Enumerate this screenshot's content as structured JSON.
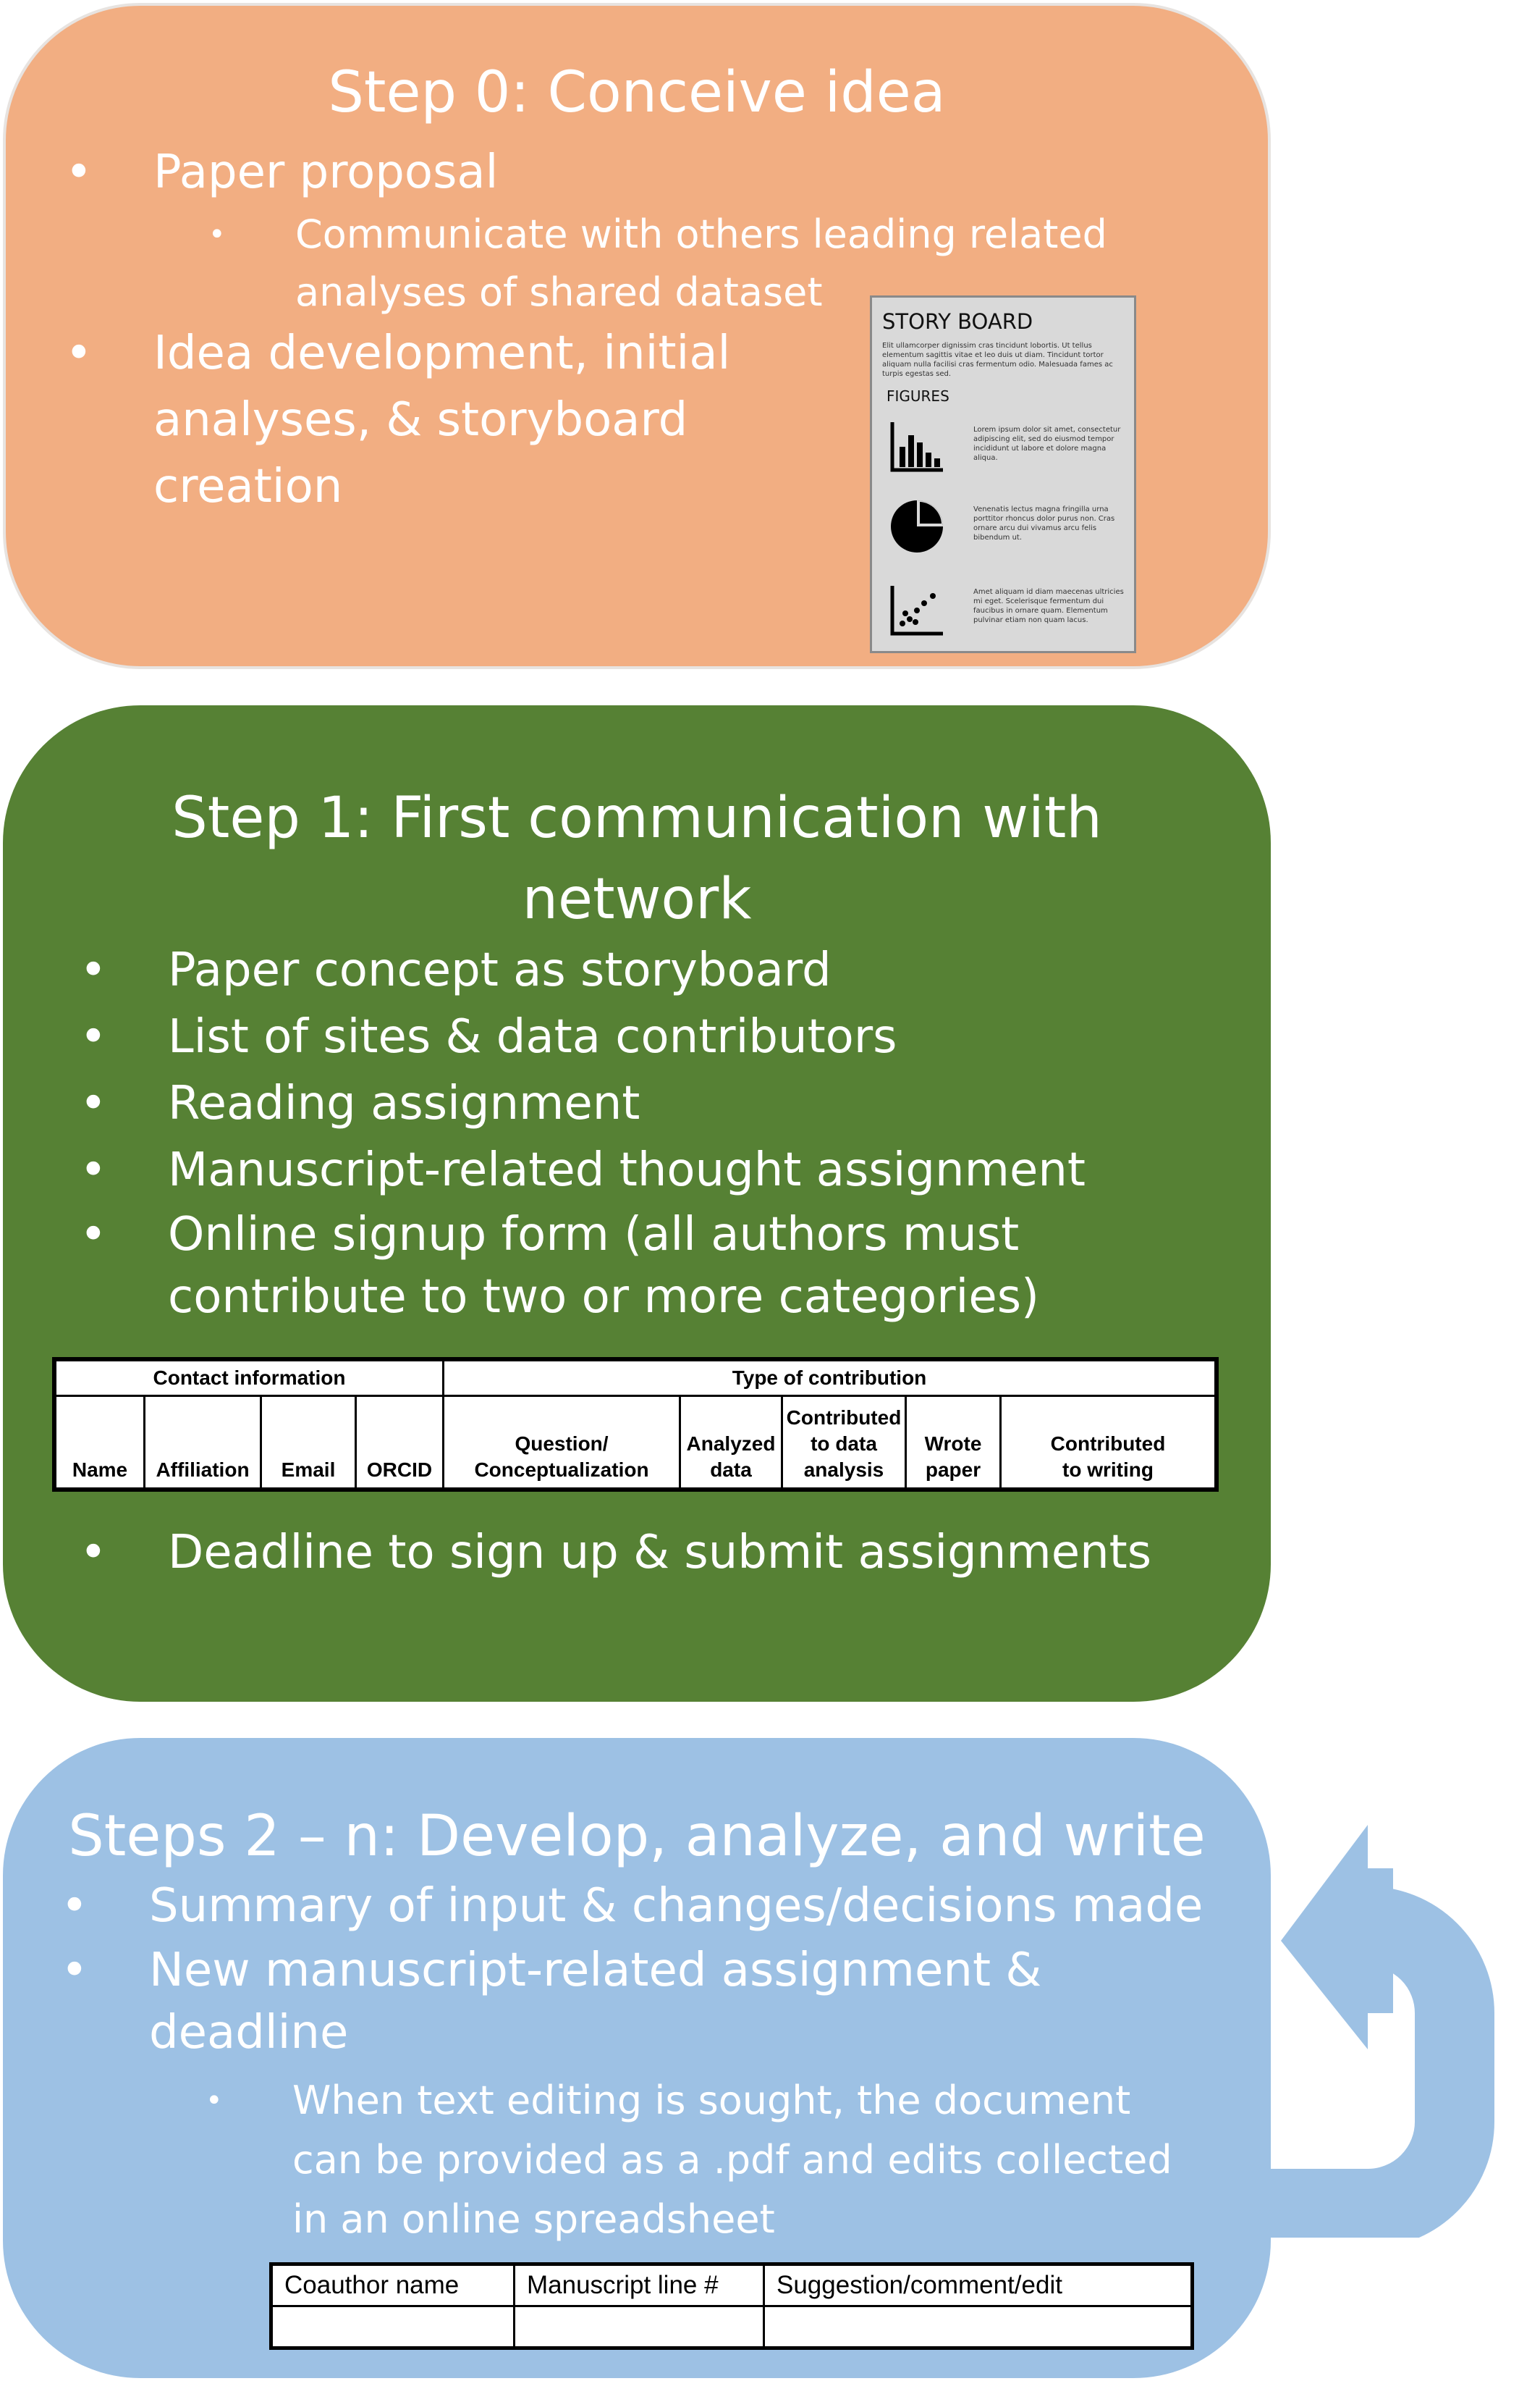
{
  "step0": {
    "title": "Step 0: Conceive idea",
    "bullet1": "Paper proposal",
    "sub1_line1": "Communicate with others leading related",
    "sub1_line2": "analyses of shared dataset",
    "bullet2_line1": "Idea development, initial",
    "bullet2_line2": "analyses, & storyboard",
    "bullet2_line3": "creation",
    "storyboard": {
      "title": "STORY BOARD",
      "text": "Elit ullamcorper dignissim cras tincidunt lobortis. Ut tellus elementum sagittis vitae et leo duis ut diam. Tincidunt tortor aliquam nulla facilisi cras fermentum odio. Malesuada fames ac turpis egestas sed.",
      "figures_label": "FIGURES",
      "cap1": "Lorem ipsum dolor sit amet, consectetur adipiscing elit, sed do eiusmod tempor incididunt ut labore et dolore magna aliqua.",
      "cap2": "Venenatis lectus magna fringilla urna porttitor rhoncus dolor purus non. Cras ornare arcu dui vivamus arcu felis bibendum ut.",
      "cap3": "Amet aliquam id diam maecenas ultricies mi eget. Scelerisque fermentum dui faucibus in ornare quam. Elementum pulvinar etiam non quam lacus."
    }
  },
  "step1": {
    "title_line1": "Step 1: First communication with",
    "title_line2": "network",
    "items": [
      "Paper concept as storyboard",
      "List of sites & data contributors",
      "Reading assignment",
      "Manuscript-related thought assignment"
    ],
    "signup_line1": "Online signup form (all authors must",
    "signup_line2": "contribute to two or more categories)",
    "deadline": "Deadline to sign up & submit assignments",
    "table": {
      "group_contact": "Contact information",
      "group_type": "Type of contribution",
      "contact_cols": [
        "Name",
        "Affiliation",
        "Email",
        "ORCID"
      ],
      "type_cols_line1": [
        "Question/",
        "Analyzed",
        "Contributed",
        "Wrote",
        "Contributed"
      ],
      "type_cols_line2": [
        "Conceptualization",
        "data",
        "to data",
        "paper",
        "to writing"
      ],
      "type_col3_line3": "analysis"
    }
  },
  "step2": {
    "title": "Steps 2 – n: Develop, analyze, and write",
    "bullet1": "Summary of input & changes/decisions made",
    "bullet2_line1": "New manuscript-related assignment &",
    "bullet2_line2": "deadline",
    "sub_line1": "When text editing is sought, the document",
    "sub_line2": "can be provided as a .pdf and edits collected",
    "sub_line3": "in an online spreadsheet",
    "table_headers": [
      "Coauthor name",
      "Manuscript line #",
      "Suggestion/comment/edit"
    ]
  },
  "bullet_char": "•",
  "colors": {
    "step0": "#f2ae82",
    "step1": "#568134",
    "step2": "#9dc1e4"
  },
  "icons": [
    "bar-chart-icon",
    "pie-chart-icon",
    "scatter-plot-icon",
    "loop-arrow-icon"
  ]
}
